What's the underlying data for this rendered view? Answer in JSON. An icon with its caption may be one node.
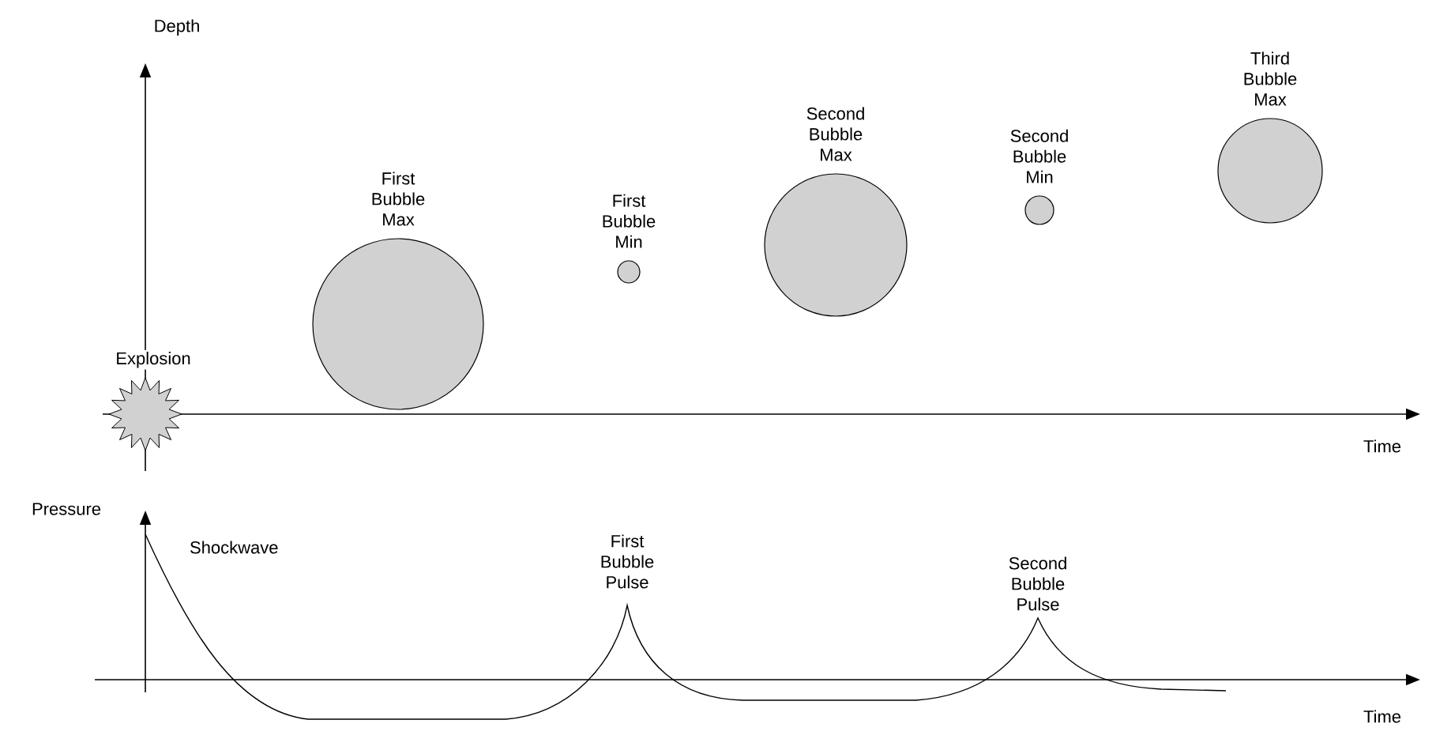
{
  "diagram": {
    "nodes": [
      {
        "text": [
          "Explosion"
        ]
      },
      {
        "text": [
          "First Bubble Max"
        ]
      },
      {
        "text": [
          "First Bubble Min"
        ]
      },
      {
        "text": [
          "Second Bubble Max"
        ]
      },
      {
        "text": [
          "Second Bubble Min"
        ]
      },
      {
        "text": [
          "Third Bubble Max"
        ]
      }
    ],
    "labels": [
      "Depth",
      "Time",
      "Pressure",
      "Shockwave",
      "First Bubble Pulse",
      "Second Bubble Pulse",
      "Time"
    ]
  }
}
